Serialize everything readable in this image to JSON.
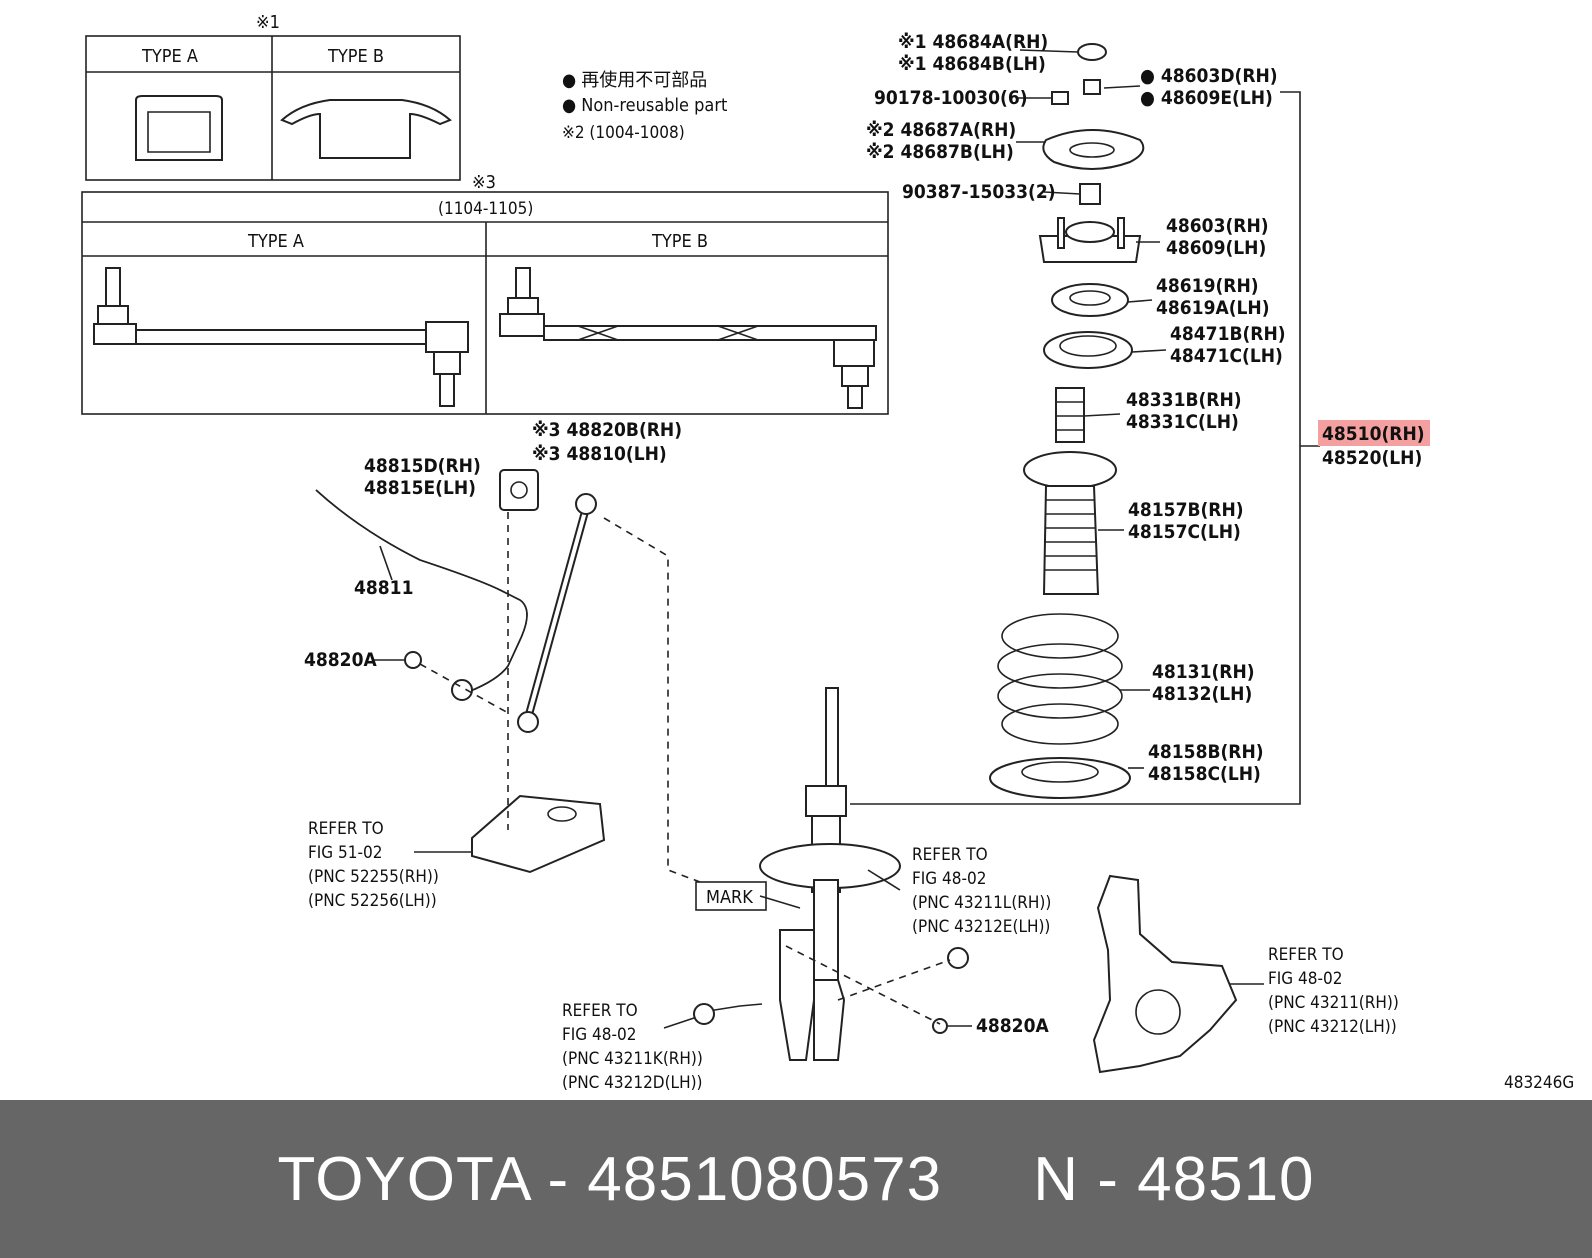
{
  "colors": {
    "highlight": "#f4a0a0",
    "footer_bg": "#666666",
    "footer_text": "#ffffff"
  },
  "figure_code": "483246G",
  "legend": {
    "jp": "● 再使用不可部品",
    "en": "● Non-reusable part",
    "note2": "※2 (1004-1008)"
  },
  "inset1": {
    "mark": "※1",
    "type_a": "TYPE A",
    "type_b": "TYPE B"
  },
  "inset3": {
    "mark": "※3",
    "range": "(1104-1105)",
    "type_a": "TYPE A",
    "type_b": "TYPE B"
  },
  "labels": {
    "p48684a": "※1 48684A(RH)",
    "p48684b": "※1 48684B(LH)",
    "p48603d": "● 48603D(RH)",
    "p48609e": "● 48609E(LH)",
    "p90178": "90178-10030(6)",
    "p48687a": "※2 48687A(RH)",
    "p48687b": "※2 48687B(LH)",
    "p90387": "90387-15033(2)",
    "p48603": "48603(RH)",
    "p48609": "48609(LH)",
    "p48619": "48619(RH)",
    "p48619a": "48619A(LH)",
    "p48471b": "48471B(RH)",
    "p48471c": "48471C(LH)",
    "p48331b": "48331B(RH)",
    "p48331c": "48331C(LH)",
    "p48510": "48510(RH)",
    "p48520": "48520(LH)",
    "p48157b": "48157B(RH)",
    "p48157c": "48157C(LH)",
    "p48131": "48131(RH)",
    "p48132": "48132(LH)",
    "p48158b": "48158B(RH)",
    "p48158c": "48158C(LH)",
    "p48820b": "※3 48820B(RH)",
    "p48810": "※3 48810(LH)",
    "p48815d": "48815D(RH)",
    "p48815e": "48815E(LH)",
    "p48811": "48811",
    "p48820a_1": "48820A",
    "p48820a_2": "48820A",
    "mark": "MARK"
  },
  "refers": {
    "r5102": [
      "REFER TO",
      "FIG 51-02",
      "(PNC 52255(RH))",
      "(PNC 52256(LH))"
    ],
    "r4802_top": [
      "REFER TO",
      "FIG 48-02",
      "(PNC 43211L(RH))",
      "(PNC 43212E(LH))"
    ],
    "r4802_bolt": [
      "REFER TO",
      "FIG 48-02",
      "(PNC 43211K(RH))",
      "(PNC 43212D(LH))"
    ],
    "r4802_knuckle": [
      "REFER TO",
      "FIG 48-02",
      "(PNC 43211(RH))",
      "(PNC 43212(LH))"
    ]
  },
  "footer": {
    "text": "TOYOTA - 4851080573     N - 48510"
  }
}
